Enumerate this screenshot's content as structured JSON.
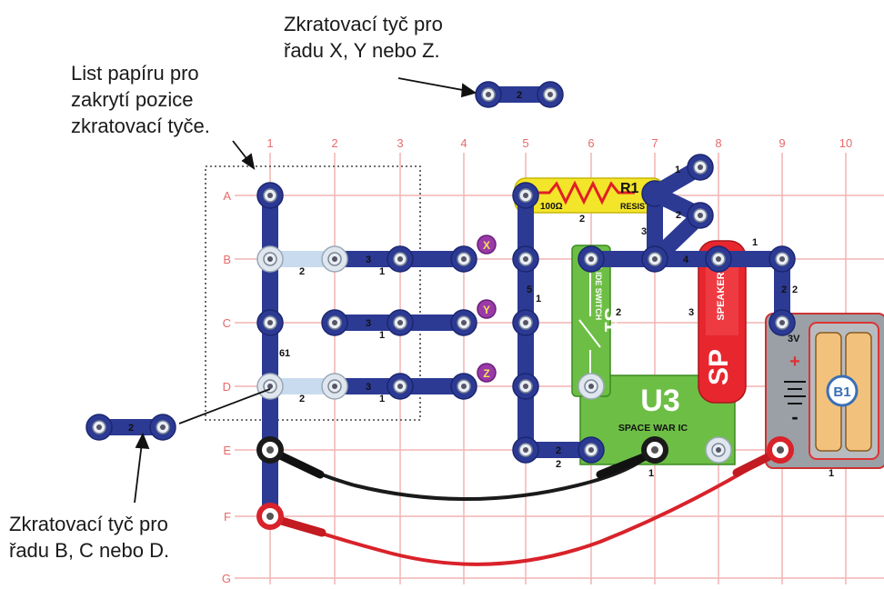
{
  "callouts": {
    "top": "Zkratovací tyč pro\nřadu X, Y nebo Z.",
    "paper": "List papíru pro\nzakrytí pozice\nzkratovací tyče.",
    "bottom": "Zkratovací tyč pro\nřadu B, C nebo D."
  },
  "grid": {
    "columns": [
      "1",
      "2",
      "3",
      "4",
      "5",
      "6",
      "7",
      "8",
      "9",
      "10"
    ],
    "rows": [
      "A",
      "B",
      "C",
      "D",
      "E",
      "F",
      "G"
    ]
  },
  "markers": [
    "X",
    "Y",
    "Z"
  ],
  "parts": {
    "resistor": {
      "label": "R1",
      "value": "100Ω",
      "type": "RESISTOR"
    },
    "switch": {
      "label": "S1",
      "type": "SLIDE SWITCH"
    },
    "speaker": {
      "label": "SP",
      "type": "SPEAKER"
    },
    "ic": {
      "label": "U3",
      "type": "SPACE WAR IC"
    },
    "battery": {
      "label": "B1",
      "voltage": "3V",
      "plus": "+",
      "minus": "-"
    }
  },
  "snap_numbers": {
    "loose_top": "2",
    "loose_left": "2",
    "side_1": "1",
    "side_2": "2"
  },
  "colors": {
    "grid": "#f3b3b3",
    "snap": "#2c3a94",
    "snap_light": "#c9dcef",
    "switch": "#6dbe45",
    "ic": "#6dbe45",
    "speaker": "#e8262e",
    "resistor": "#f3e52a",
    "battery_holder": "#9aa0a6",
    "wire_red": "#d9222a",
    "wire_black": "#1a1a1a"
  }
}
